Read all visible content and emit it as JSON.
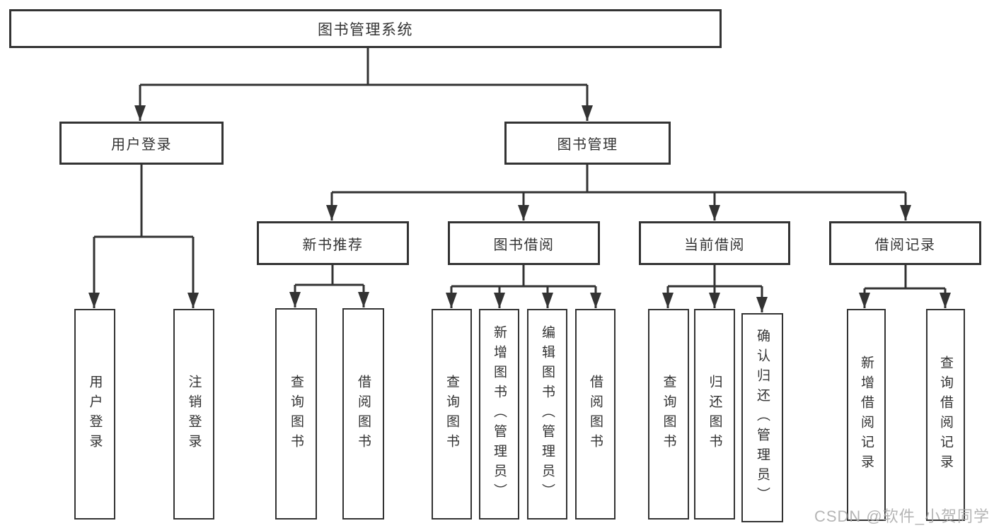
{
  "tree": {
    "root": {
      "label": "图书管理系统"
    },
    "branches": [
      {
        "id": "user-login",
        "label": "用户登录",
        "children": [
          "用户登录",
          "注销登录"
        ]
      },
      {
        "id": "book-management",
        "label": "图书管理",
        "sections": [
          {
            "id": "new-book-recommend",
            "label": "新书推荐",
            "children": [
              "查询图书",
              "借阅图书"
            ]
          },
          {
            "id": "book-borrow",
            "label": "图书借阅",
            "children": [
              "查询图书",
              "新增图书（管理员）",
              "编辑图书（管理员）",
              "借阅图书"
            ]
          },
          {
            "id": "current-borrow",
            "label": "当前借阅",
            "children": [
              "查询图书",
              "归还图书",
              "确认归还（管理员）"
            ]
          },
          {
            "id": "borrow-record",
            "label": "借阅记录",
            "children": [
              "新增借阅记录",
              "查询借阅记录"
            ]
          }
        ]
      }
    ]
  },
  "watermark": "CSDN @软件_小贺同学",
  "colors": {
    "line": "#333333",
    "text": "#333333",
    "box_border": "#333333",
    "background": "#ffffff",
    "watermark": "#a8a8a8"
  }
}
